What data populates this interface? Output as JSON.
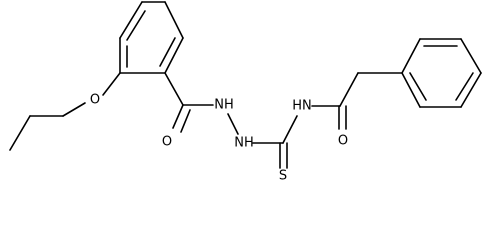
{
  "structure": {
    "atom_labels": {
      "ether_oxygen": "O",
      "benzoyl_carbonyl_oxygen": "O",
      "hydrazide_nh_upper": "NH",
      "hydrazide_nh_lower": "NH",
      "thioamide_nh": "HN",
      "thiocarbonyl_sulfur": "S",
      "acetyl_carbonyl_oxygen": "O"
    },
    "colors": {
      "bond": "#000000",
      "label": "#000000",
      "background": "#ffffff"
    }
  }
}
